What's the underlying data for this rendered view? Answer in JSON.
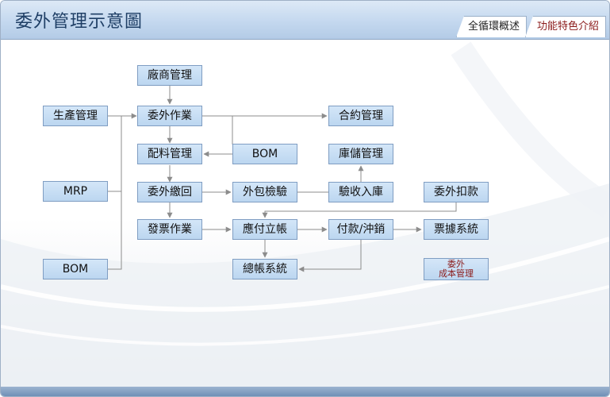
{
  "title": "委外管理示意圖",
  "tabs": [
    {
      "label": "全循環概述"
    },
    {
      "label": "功能特色介紹"
    }
  ],
  "nodes": {
    "vendor_mgmt": "廠商管理",
    "production_mgmt": "生產管理",
    "outsource_op": "委外作業",
    "contract_mgmt": "合約管理",
    "material_alloc": "配料管理",
    "bom_center": "BOM",
    "inventory_mgmt": "庫儲管理",
    "mrp": "MRP",
    "outsource_return": "委外繳回",
    "outsource_inspection": "外包檢驗",
    "receiving": "驗收入庫",
    "outsource_deduction": "委外扣款",
    "invoice_op": "發票作業",
    "accounts_payable": "應付立帳",
    "payment_offset": "付款/沖銷",
    "notes_system": "票據系統",
    "bom_left": "BOM",
    "general_ledger": "總帳系統",
    "outsource_cost_line1": "委外",
    "outsource_cost_line2": "成本管理"
  },
  "colors": {
    "header": "#c4d8ef",
    "box_fill": "#c6dcf3",
    "box_border": "#7f9dc2",
    "connector": "#8c8c8c",
    "accent_red": "#8b1a1a",
    "title_text": "#1f3f66"
  }
}
